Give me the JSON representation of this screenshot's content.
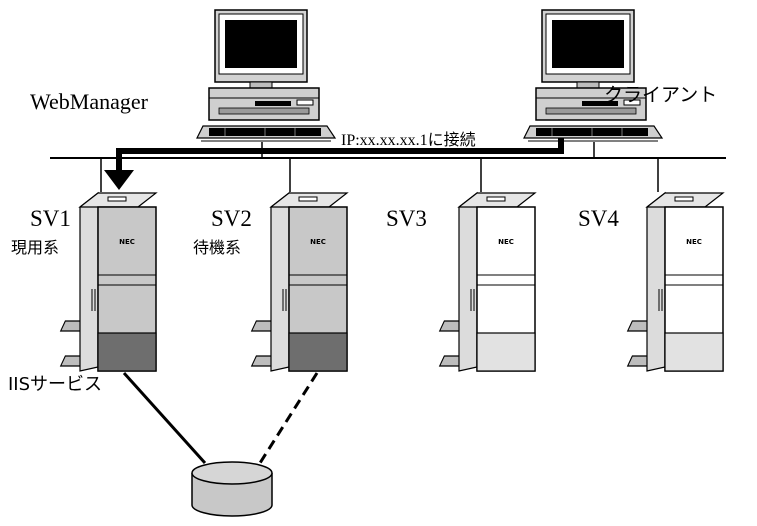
{
  "labels": {
    "webmanager": "WebManager",
    "client": "クライアント",
    "connection": "IP:xx.xx.xx.1に接続",
    "iis_service": "IISサービス"
  },
  "servers": [
    {
      "name": "SV1",
      "role": "現用系",
      "brand": "NEC",
      "state": "active"
    },
    {
      "name": "SV2",
      "role": "待機系",
      "brand": "NEC",
      "state": "active"
    },
    {
      "name": "SV3",
      "role": "",
      "brand": "NEC",
      "state": "inactive"
    },
    {
      "name": "SV4",
      "role": "",
      "brand": "NEC",
      "state": "inactive"
    }
  ],
  "colors": {
    "line": "#000000",
    "server_active": "#c8c8c8",
    "server_inactive": "#ffffff",
    "drive_active": "#6e6e6e",
    "drive_inactive": "#e2e2e2",
    "disk": "#c8c8c8"
  }
}
